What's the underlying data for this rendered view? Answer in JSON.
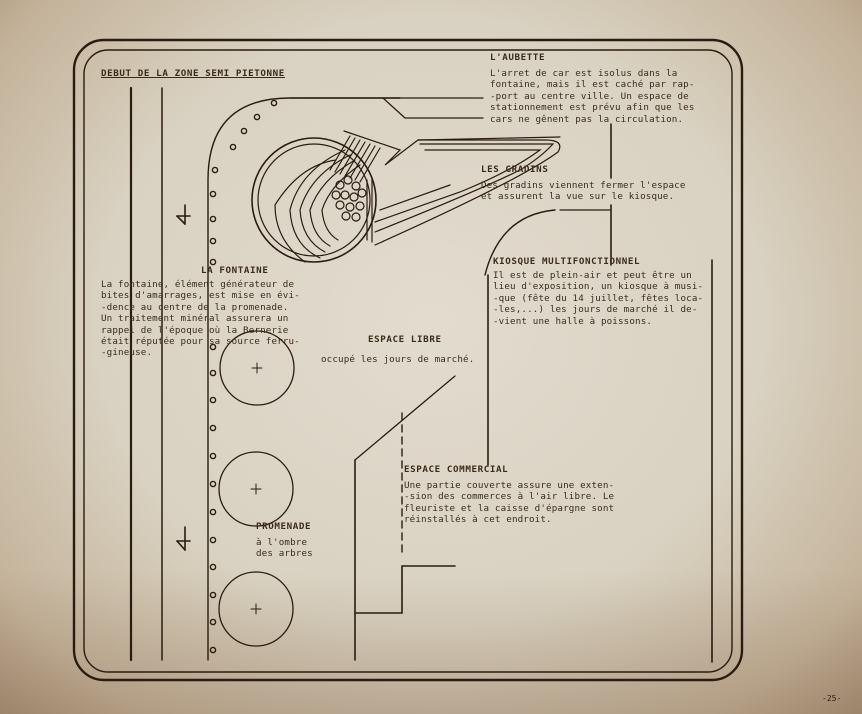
{
  "document": {
    "type": "architectural site plan",
    "page_number": "-25-"
  },
  "labels": {
    "zone_title": "DEBUT DE LA ZONE SEMI PIETONNE",
    "aubette": {
      "title": "L'AUBETTE",
      "lines": [
        "L'arret de car est isolus dans la",
        "fontaine, mais il est caché par rap-",
        "-port au centre ville. Un espace de",
        "stationnement est prévu afin que les",
        "cars ne gênent pas la circulation."
      ]
    },
    "gradins": {
      "title": "LES GRADINS",
      "lines": [
        "Des gradins viennent fermer l'espace",
        "et assurent la vue sur le kiosque."
      ]
    },
    "kiosque": {
      "title": "KIOSQUE MULTIFONCTIONNEL",
      "lines": [
        "Il est de plein-air et peut être un",
        "lieu d'exposition, un kiosque à musi-",
        "-que (fête du 14 juillet, fêtes loca-",
        "-les,...) les jours de marché il de-",
        "-vient une halle à poissons."
      ]
    },
    "fontaine": {
      "title": "LA FONTAINE",
      "lines": [
        "La fontaine, élément générateur de",
        "bites d'amarrages, est mise en évi-",
        "-dence au centre de la promenade.",
        "Un traitement minéral assurera un",
        "rappel de l'époque où la Bernerie",
        "était réputée pour sa source ferru-",
        "-gineuse."
      ]
    },
    "espace_libre": {
      "title": "ESPACE LIBRE",
      "lines": [
        "occupé les jours de marché."
      ]
    },
    "espace_commercial": {
      "title": "ESPACE COMMERCIAL",
      "lines": [
        "Une partie couverte assure une exten-",
        "-sion des commerces à l'air libre. Le",
        "fleuriste et la caisse d'épargne sont",
        "réinstallés à cet endroit."
      ]
    },
    "promenade": {
      "title": "PROMENADE",
      "lines": [
        "à l'ombre",
        "des arbres"
      ]
    }
  },
  "symbols": {
    "tree": "circle-with-cross",
    "bollard": "small-circle",
    "traffic_direction": "arrow-down"
  },
  "colors": {
    "ink": "#3b2b1a",
    "line": "#2a1c10",
    "paper": "#ddd6c8"
  }
}
